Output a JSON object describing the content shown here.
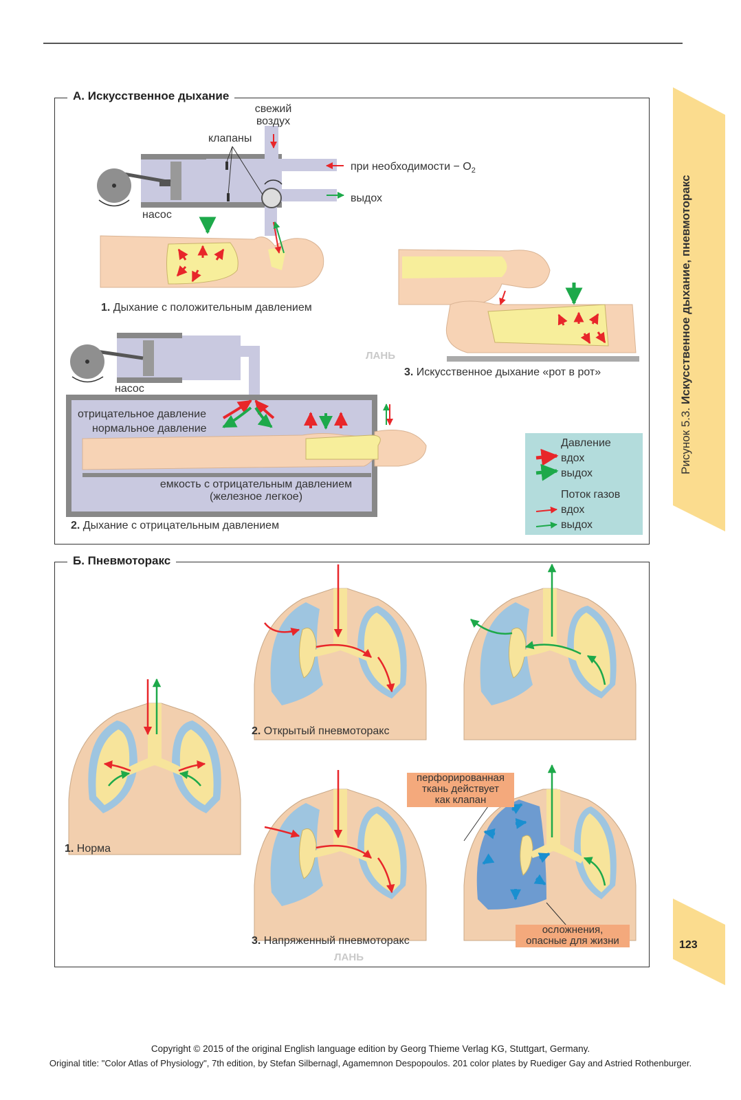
{
  "section_a": {
    "title": "А. Искусственное дыхание",
    "fresh_air": "свежий воздух",
    "fresh_air_line1": "свежий",
    "fresh_air_line2": "воздух",
    "valves": "клапаны",
    "o2_label": "при необходимости",
    "o2_formula": "O",
    "o2_sub": "2",
    "exhale": "выдох",
    "pump1": "насос",
    "pump2": "насос",
    "caption1_num": "1.",
    "caption1_text": " Дыхание с положительным давлением",
    "caption2_num": "2.",
    "caption2_text": " Дыхание с отрицательным давлением",
    "caption3_num": "3.",
    "caption3_text": " Искусственное дыхание «рот в рот»",
    "negative_pressure": "отрицательное давление",
    "normal_pressure": "нормальное давление",
    "chamber_line1": "емкость с отрицательным давлением",
    "chamber_line2": "(железное легкое)",
    "legend": {
      "pressure_title": "Давление",
      "pressure_in": "вдох",
      "pressure_out": "выдох",
      "flow_title": "Поток газов",
      "flow_in": "вдох",
      "flow_out": "выдох"
    },
    "watermark": "ЛАНЬ"
  },
  "section_b": {
    "title": "Б. Пневмоторакс",
    "caption1_num": "1.",
    "caption1_text": " Норма",
    "caption2_num": "2.",
    "caption2_text": " Открытый пневмоторакс",
    "caption3_num": "3.",
    "caption3_text": " Напряженный пневмоторакс",
    "note_valve": [
      "перфорированная",
      "ткань действует",
      "как клапан"
    ],
    "note_danger": [
      "осложнения,",
      "опасные для жизни"
    ],
    "watermark": "ЛАНЬ"
  },
  "side": {
    "figure_label": "Рисунок 5.3.",
    "figure_title": "Искусственное дыхание, пневмоторакс",
    "page_number": "123"
  },
  "footer": {
    "line1": "Copyright © 2015 of the original English language edition by Georg Thieme Verlag KG, Stuttgart, Germany.",
    "line2": "Original title: \"Color Atlas of Physiology\", 7th edition, by Stefan Silbernagl, Agamemnon Despopoulos. 201 color plates by Ruediger Gay and Astried Rothenburger."
  },
  "colors": {
    "red_arrow": "#e8262a",
    "green_arrow": "#1da94a",
    "blue_arrow": "#1a8fd0",
    "skin": "#f7d3b5",
    "lung_yellow": "#f7ee9b",
    "pump_gray": "#c9c9e0",
    "legend_bg": "#b3dcdc",
    "tab": "#fbdc8e",
    "note": "#f4a97c"
  }
}
